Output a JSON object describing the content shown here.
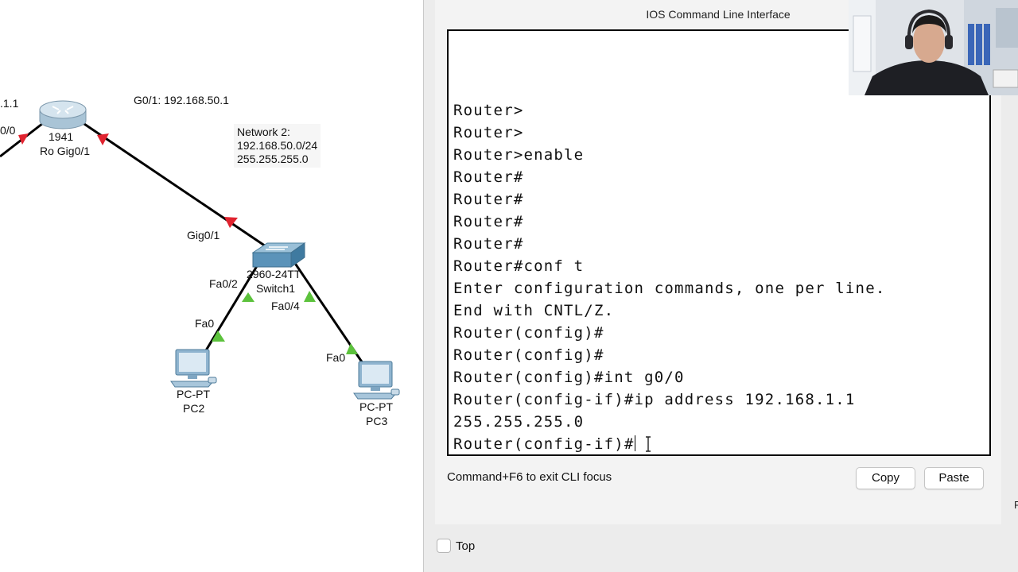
{
  "topology": {
    "labels": {
      "left_ip_fragment": ".1.1",
      "left_port_fragment": "0/0",
      "router_g01_ip": "G0/1: 192.168.50.1",
      "router_model": "1941",
      "router_name_port": "Ro Gig0/1",
      "network_note": "Network 2:\n192.168.50.0/24\n255.255.255.0",
      "switch_gig": "Gig0/1",
      "switch_model": "2960-24TT",
      "switch_name": "Switch1",
      "switch_fa02": "Fa0/2",
      "switch_fa04": "Fa0/4",
      "pc2_fa0": "Fa0",
      "pc3_fa0": "Fa0",
      "pc2_type": "PC-PT",
      "pc2_name": "PC2",
      "pc3_type": "PC-PT",
      "pc3_name": "PC3"
    },
    "colors": {
      "link_down": "#e0232f",
      "link_up": "#5cc23c",
      "cable": "#000000"
    },
    "icons": {
      "router": "router-icon",
      "switch": "switch-icon",
      "pc": "desktop-pc-icon"
    }
  },
  "cli": {
    "window_title": "IOS Command Line Interface",
    "lines": [
      "Router>",
      "Router>",
      "Router>enable",
      "Router#",
      "Router#",
      "Router#",
      "Router#",
      "Router#conf t",
      "Enter configuration commands, one per line.",
      "End with CNTL/Z.",
      "Router(config)#",
      "Router(config)#",
      "Router(config)#int g0/0",
      "Router(config-if)#ip address 192.168.1.1",
      "255.255.255.0",
      "Router(config-if)#"
    ],
    "hint": "Command+F6 to exit CLI focus",
    "copy_label": "Copy",
    "paste_label": "Paste",
    "top_label": "Top",
    "top_checked": false,
    "edge_glyph": "F"
  }
}
